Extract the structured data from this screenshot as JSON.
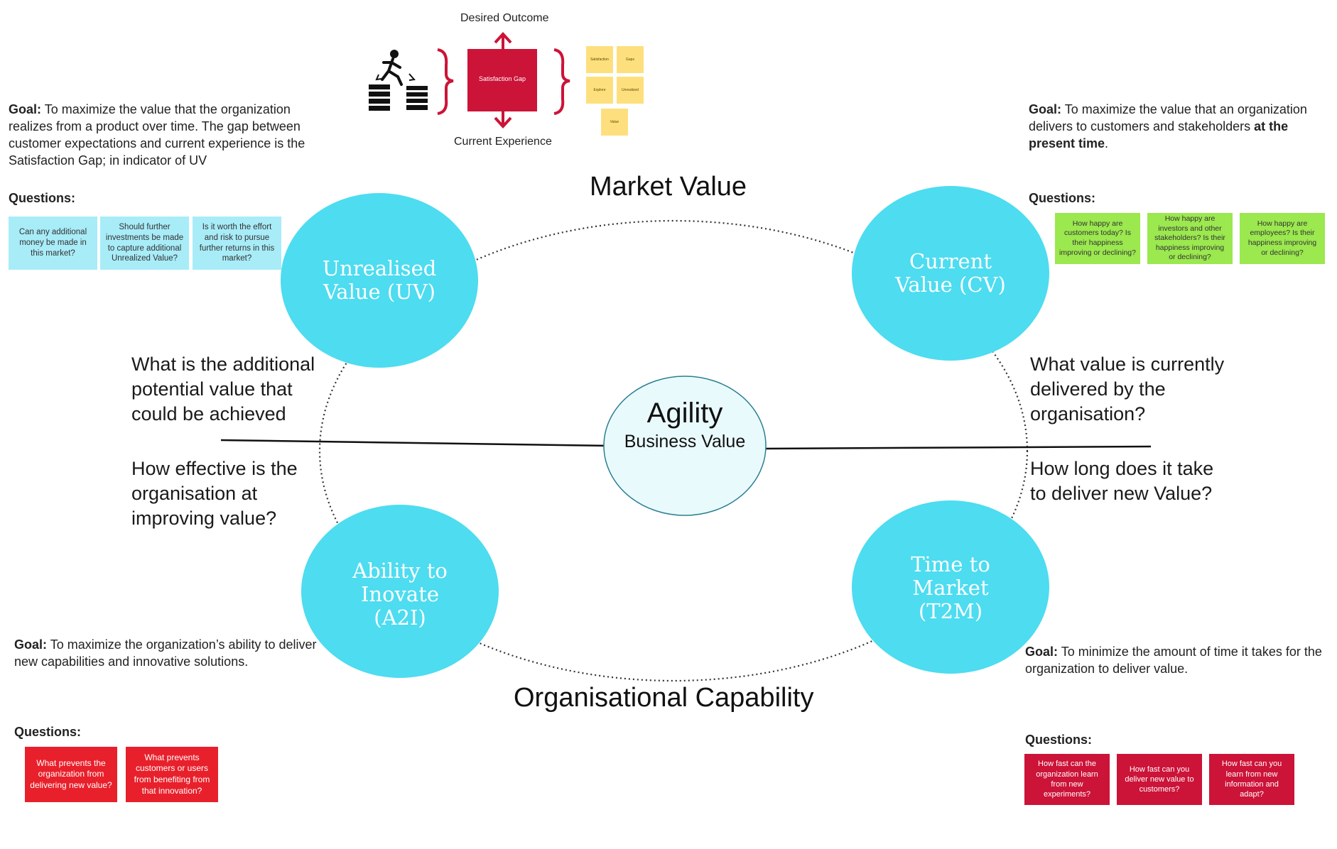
{
  "center": {
    "title": "Agility",
    "subtitle": "Business Value"
  },
  "sections": {
    "top": "Market Value",
    "bottom": "Organisational Capability"
  },
  "circles": {
    "uv": "Unrealised Value (UV)",
    "cv": "Current Value (CV)",
    "a2i": "Ability to Inovate (A2I)",
    "t2m": "Time to Market (T2M)"
  },
  "big_questions": {
    "uv": "What is the  additional potential value that could be achieved",
    "cv": "What value is currently delivered by the organisation?",
    "a2i": "How effective is the organisation at improving value?",
    "t2m": "How long does it take to deliver new Value?"
  },
  "goal_label": "Goal:",
  "questions_label": "Questions:",
  "uv_panel": {
    "goal": "To maximize the value that the organization realizes from a product over time. The gap between customer expectations and current experience is the Satisfaction Gap; in indicator of UV",
    "stickies": [
      "Can any additional money be made in this market?",
      "Should further investments be made to capture additional Unrealized Value?",
      "Is it worth the effort and risk to pursue further returns in this market?"
    ]
  },
  "cv_panel": {
    "goal_pre": "To maximize the value that an organization delivers to customers and stakeholders",
    "goal_bold": "at the present time",
    "goal_post": ".",
    "stickies": [
      "How happy are customers today? Is their happiness improving or declining?",
      "How happy are investors and other stakeholders? Is their happiness improving or declining?",
      "How happy are employees? Is their happiness improving or declining?"
    ]
  },
  "a2i_panel": {
    "goal": "To maximize the organization’s ability to deliver new capabilities and innovative solutions.",
    "stickies": [
      "What prevents the organization from delivering new value?",
      "What prevents customers or users from benefiting from that innovation?"
    ]
  },
  "t2m_panel": {
    "goal": "To minimize the amount of time it takes for the organization to deliver value.",
    "stickies": [
      "How fast can the organization learn from new experiments?",
      "How fast can you deliver new value to customers?",
      "How fast can you learn from new information and adapt?"
    ]
  },
  "satisfaction": {
    "desired": "Desired Outcome",
    "current": "Current Experience",
    "gap": "Satisfaction Gap",
    "mini_stickies": [
      "Satisfaction",
      "Gaps",
      "Explore",
      "Unrealized",
      "Value"
    ]
  },
  "colors": {
    "circle": "#4ddcf0",
    "center": "#e9fafd",
    "gap_box": "#cc1338",
    "red_sticky": "#e8202b",
    "crimson_sticky": "#cc1338",
    "green_sticky": "#9be84f",
    "blue_sticky": "#a8ecf8",
    "yellow_sticky": "#fde07d"
  },
  "icons": [
    "stepping-up-person-icon"
  ]
}
